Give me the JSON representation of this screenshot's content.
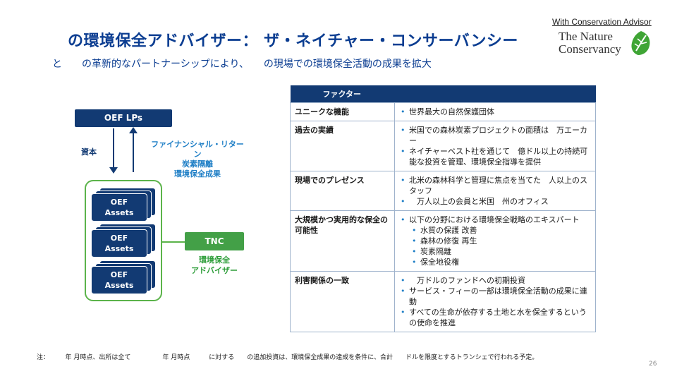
{
  "header": {
    "title": "の環境保全アドバイザー： ザ・ネイチャー・コンサーバンシー",
    "subtitle": "と　　の革新的なパートナーシップにより、　　の現場での環境保全活動の成果を拡大"
  },
  "advisor": {
    "label": "With Conservation Advisor",
    "logo_line1": "The Nature",
    "logo_line2": "Conservancy"
  },
  "diagram": {
    "lp_box": "OEF LPs",
    "capital": "資本",
    "return_lines": [
      "ファイナンシャル・リターン",
      "炭素隔離",
      "環境保全成果"
    ],
    "assets": [
      {
        "line1": "OEF",
        "line2": "Assets"
      },
      {
        "line1": "OEF",
        "line2": "Assets"
      },
      {
        "line1": "OEF",
        "line2": "Assets"
      }
    ],
    "tnc_box": "TNC",
    "tnc_role_lines": [
      "環境保全",
      "アドバイザー"
    ]
  },
  "table": {
    "header_col1": "ファクター",
    "rows": [
      {
        "key": "ユニークな機能",
        "bullets": [
          {
            "text": "世界最大の自然保護団体",
            "sub": false
          }
        ]
      },
      {
        "key": "過去の実績",
        "bullets": [
          {
            "text": "米国での森林炭素プロジェクトの面積は　万エーカー",
            "sub": false
          },
          {
            "text": "ネイチャーベスト社を通じて　億ドル以上の持続可能な投資を管理、環境保全指導を提供",
            "sub": false
          }
        ]
      },
      {
        "key": "現場でのプレゼンス",
        "bullets": [
          {
            "text": "北米の森林科学と管理に焦点を当てた　人以上のスタッフ",
            "sub": false
          },
          {
            "text": "　万人以上の会員と米国　州のオフィス",
            "sub": false
          }
        ]
      },
      {
        "key": "大規模かつ実用的な保全の可能性",
        "bullets": [
          {
            "text": "以下の分野における環境保全戦略のエキスパート",
            "sub": false
          },
          {
            "text": "水質の保護 改善",
            "sub": true
          },
          {
            "text": "森林の修復 再生",
            "sub": true
          },
          {
            "text": "炭素隔離",
            "sub": true
          },
          {
            "text": "保全地役権",
            "sub": true
          }
        ]
      },
      {
        "key": "利害関係の一致",
        "bullets": [
          {
            "text": "　万ドルのファンドへの初期投資",
            "sub": false
          },
          {
            "text": "サービス・フィーの一部は環境保全活動の成果に連動",
            "sub": false
          },
          {
            "text": "すべての生命が依存する土地と水を保全するという　　の使命を推進",
            "sub": false
          }
        ]
      }
    ]
  },
  "footer": {
    "note": "注：　　　年 月時点、出所は全て　　　　　年 月時点　　　に対する　　の追加投資は、環境保全成果の達成を条件に、合計　　ドルを限度とするトランシェで行われる予定。",
    "page": "26"
  },
  "colors": {
    "navy": "#123a73",
    "title_blue": "#0b3d91",
    "accent_blue": "#1f7fc6",
    "green": "#43a047"
  }
}
